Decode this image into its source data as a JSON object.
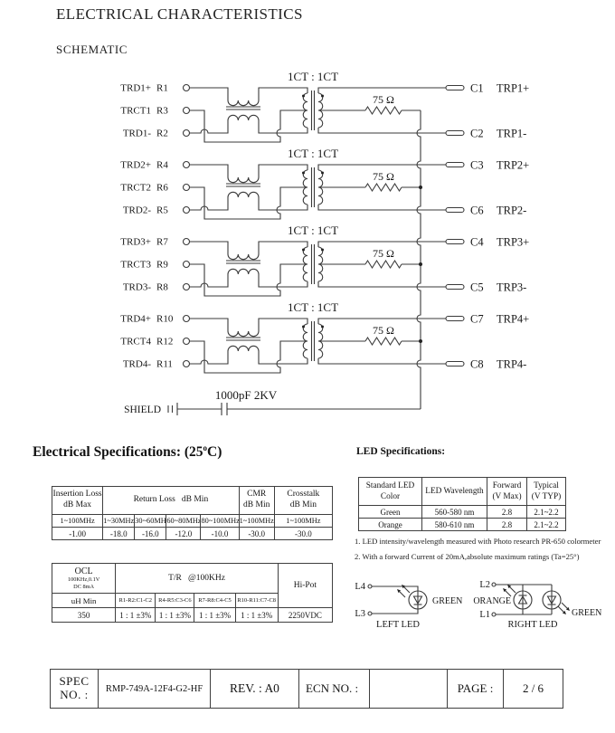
{
  "page": {
    "title": "ELECTRICAL CHARACTERISTICS"
  },
  "sections": {
    "schematic": "SCHEMATIC",
    "electrical_pre": "Electrical Specifications: (25",
    "electrical_sup": "o",
    "electrical_post": "C)",
    "led": "LED Specifications:"
  },
  "schematic": {
    "ratio_label": "1CT : 1CT",
    "resistor_label": "75 Ω",
    "shield_label": "SHIELD",
    "cap_label": "1000pF 2KV",
    "blocks": [
      {
        "inputs": [
          {
            "label": "TRD1+",
            "pin": "R1"
          },
          {
            "label": "TRCT1",
            "pin": "R3"
          },
          {
            "label": "TRD1-",
            "pin": "R2"
          }
        ],
        "outputs": [
          {
            "pin": "C1",
            "name": "TRP1+"
          },
          {
            "pin": "C2",
            "name": "TRP1-"
          }
        ]
      },
      {
        "inputs": [
          {
            "label": "TRD2+",
            "pin": "R4"
          },
          {
            "label": "TRCT2",
            "pin": "R6"
          },
          {
            "label": "TRD2-",
            "pin": "R5"
          }
        ],
        "outputs": [
          {
            "pin": "C3",
            "name": "TRP2+"
          },
          {
            "pin": "C6",
            "name": "TRP2-"
          }
        ]
      },
      {
        "inputs": [
          {
            "label": "TRD3+",
            "pin": "R7"
          },
          {
            "label": "TRCT3",
            "pin": "R9"
          },
          {
            "label": "TRD3-",
            "pin": "R8"
          }
        ],
        "outputs": [
          {
            "pin": "C4",
            "name": "TRP3+"
          },
          {
            "pin": "C5",
            "name": "TRP3-"
          }
        ]
      },
      {
        "inputs": [
          {
            "label": "TRD4+",
            "pin": "R10"
          },
          {
            "label": "TRCT4",
            "pin": "R12"
          },
          {
            "label": "TRD4-",
            "pin": "R11"
          }
        ],
        "outputs": [
          {
            "pin": "C7",
            "name": "TRP4+"
          },
          {
            "pin": "C8",
            "name": "TRP4-"
          }
        ]
      }
    ]
  },
  "spec_table1": {
    "insertion_header": "Insertion Loss\ndB Max",
    "return_loss_header": "Return Loss   dB Min",
    "cmr_header": "CMR\ndB Min",
    "crosstalk_header": "Crosstalk\ndB Min",
    "freq_row": [
      "1~100MHz",
      "1~30MHz",
      "30~60MHz",
      "60~80MHz",
      "80~100MHz",
      "1~100MHz",
      "1~100MHz"
    ],
    "value_row": [
      "-1.00",
      "-18.0",
      "-16.0",
      "-12.0",
      "-10.0",
      "-30.0",
      "-30.0"
    ]
  },
  "spec_table2": {
    "ocl_line1": "OCL",
    "ocl_line2": "100KHz,0.1V",
    "ocl_line3": "DC 8mA",
    "tr_header": "T/R   @100KHz",
    "hipot_header": "Hi-Pot",
    "sub_row": [
      "uH Min",
      "R1-R2:C1-C2",
      "R4-R5:C3-C6",
      "R7-R8:C4-C5",
      "R10-R11:C7-C8"
    ],
    "value_row": [
      "350",
      "1 : 1 ±3%",
      "1 : 1 ±3%",
      "1 : 1 ±3%",
      "1 : 1 ±3%",
      "2250VDC"
    ]
  },
  "led": {
    "table": {
      "headers": [
        "Standard LED Color",
        "LED Wavelength",
        "Forward\n(V Max)",
        "Typical\n(V TYP)"
      ],
      "rows": [
        [
          "Green",
          "560-580 nm",
          "2.8",
          "2.1~2.2"
        ],
        [
          "Orange",
          "580-610 nm",
          "2.8",
          "2.1~2.2"
        ]
      ]
    },
    "notes": [
      "1. LED intensity/wavelength measured with Photo research PR-650 colormeter",
      "2. With a forward Current of 20mA,absolute maximum ratings (Ta=25°)"
    ],
    "left_led": {
      "pins": [
        "L4",
        "L3"
      ],
      "color": "GREEN",
      "caption": "LEFT LED"
    },
    "right_led": {
      "pins": [
        "L2",
        "L1"
      ],
      "colors": [
        "ORANGE",
        "GREEN"
      ],
      "caption": "RIGHT LED"
    }
  },
  "footer": {
    "spec_label": "SPEC\nNO. :",
    "spec_value": "RMP-749A-12F4-G2-HF",
    "rev": "REV. : A0",
    "ecn_label": "ECN NO. :",
    "page_label": "PAGE :",
    "page_value": "2 / 6"
  }
}
